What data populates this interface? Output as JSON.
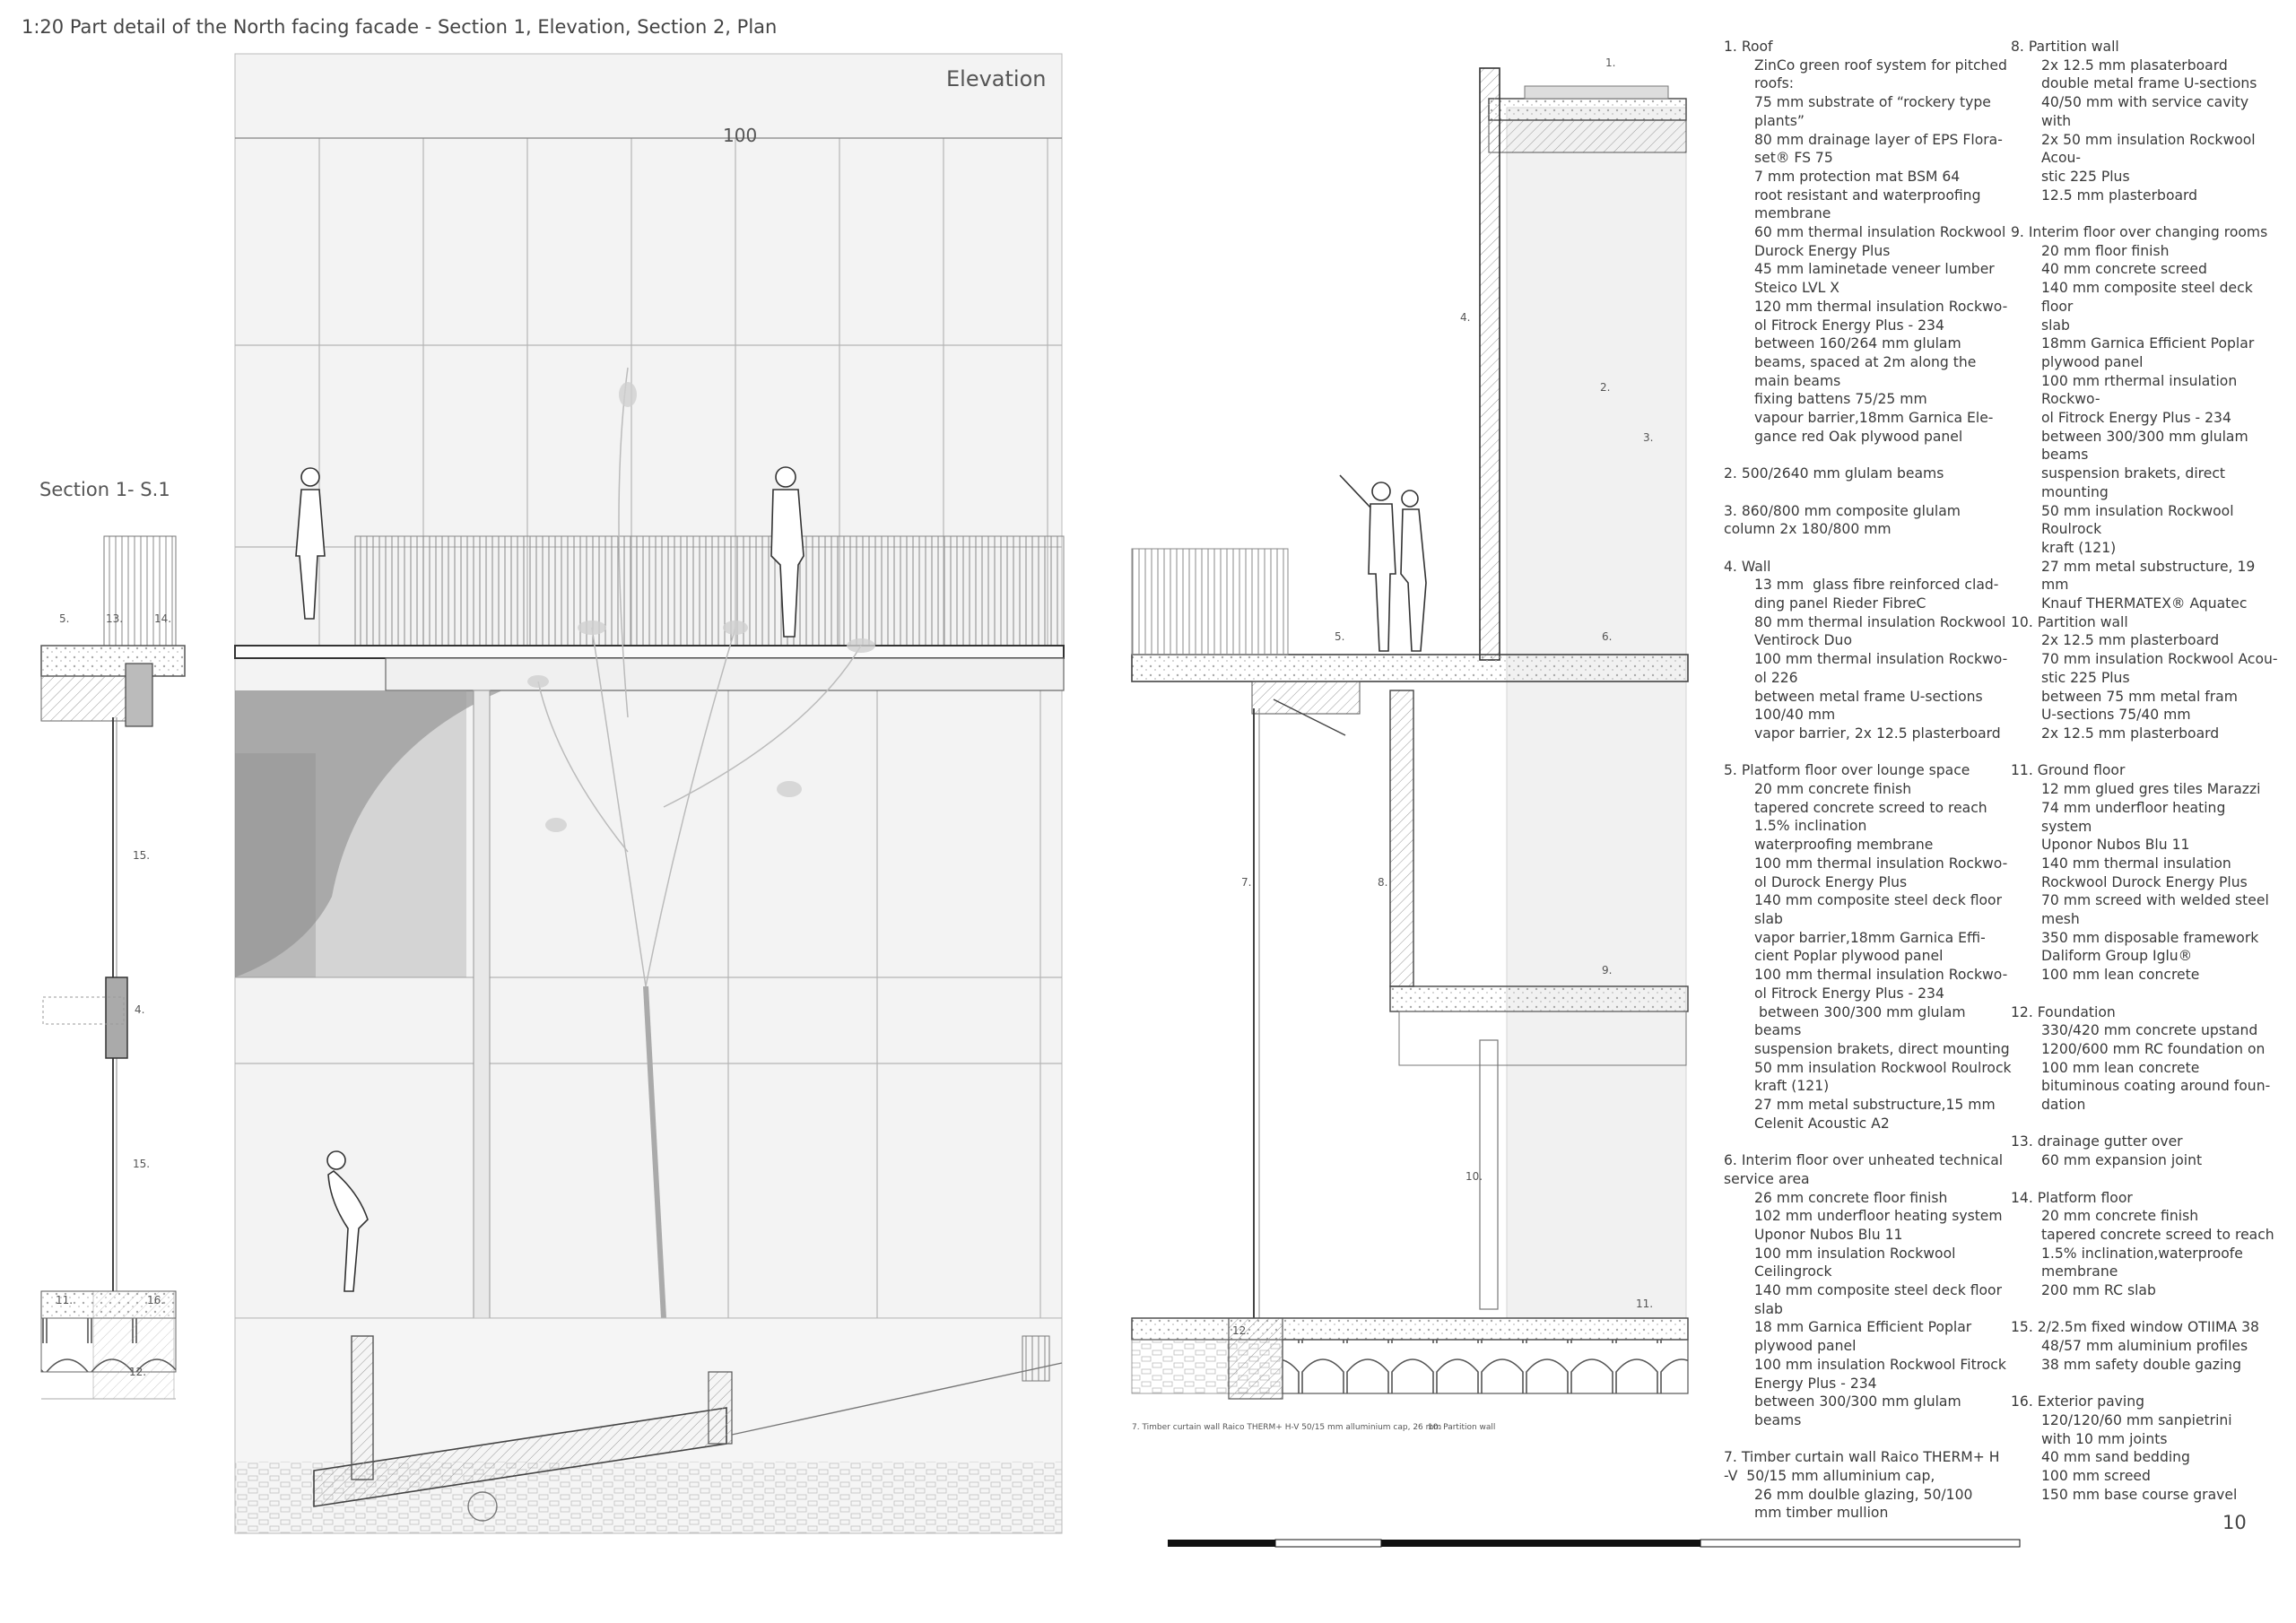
{
  "page": {
    "title": "1:20 Part detail of the North facing facade - Section 1, Elevation, Section 2, Plan",
    "page_number": "10"
  },
  "labels": {
    "elevation": "Elevation",
    "section1": "Section 1- S.1",
    "dim_100": "100",
    "s1_5": "5.",
    "s1_13": "13.",
    "s1_14": "14.",
    "s1_15a": "15.",
    "s1_4": "4.",
    "s1_15b": "15.",
    "s1_11": "11.",
    "s1_16": "16.",
    "s1_12": "12.",
    "s2_1": "1.",
    "s2_4": "4.",
    "s2_2": "2.",
    "s2_3": "3.",
    "s2_5": "5.",
    "s2_6": "6.",
    "s2_7": "7.",
    "s2_8": "8.",
    "s2_9": "9.",
    "s2_10": "10.",
    "s2_11": "11.",
    "s2_12": "12.",
    "footnote": "7. Timber curtain wall Raico THERM+ H-V 50/15 mm alluminium cap, 26 mm",
    "footnote2": "10. Partition wall"
  },
  "spec_col1": [
    {
      "head": "1. Roof",
      "lines": [
        "ZinCo green roof system for pitched",
        "roofs:",
        "75 mm substrate of “rockery type",
        "plants”",
        "80 mm drainage layer of EPS Flora-",
        "set® FS 75",
        "7 mm protection mat BSM 64",
        "root resistant and waterproofing",
        "membrane",
        "60 mm thermal insulation Rockwool",
        "Durock Energy Plus",
        "45 mm laminetade veneer lumber",
        "Steico LVL X",
        "120 mm thermal insulation Rockwo-",
        "ol Fitrock Energy Plus - 234",
        "between 160/264 mm glulam",
        "beams, spaced at 2m along the",
        "main beams",
        "fixing battens 75/25 mm",
        "vapour barrier,18mm Garnica Ele-",
        "gance red Oak plywood panel"
      ]
    },
    {
      "head": "2. 500/2640 mm glulam beams",
      "lines": []
    },
    {
      "head": "3. 860/800 mm composite glulam\ncolumn 2x 180/800 mm",
      "lines": []
    },
    {
      "head": "4. Wall",
      "lines": [
        "13 mm  glass fibre reinforced clad-",
        "ding panel Rieder FibreC",
        "80 mm thermal insulation Rockwool",
        "Ventirock Duo",
        "100 mm thermal insulation Rockwo-",
        "ol 226",
        "between metal frame U-sections",
        "100/40 mm",
        "vapor barrier, 2x 12.5 plasterboard"
      ]
    },
    {
      "head": "5. Platform floor over lounge space",
      "lines": [
        "20 mm concrete finish",
        "tapered concrete screed to reach",
        "1.5% inclination",
        "waterproofing membrane",
        "100 mm thermal insulation Rockwo-",
        "ol Durock Energy Plus",
        "140 mm composite steel deck floor",
        "slab",
        "vapor barrier,18mm Garnica Effi-",
        "cient Poplar plywood panel",
        "100 mm thermal insulation Rockwo-",
        "ol Fitrock Energy Plus - 234",
        " between 300/300 mm glulam",
        "beams",
        "suspension brakets, direct mounting",
        "50 mm insulation Rockwool Roulrock",
        "kraft (121)",
        "27 mm metal substructure,15 mm",
        "Celenit Acoustic A2"
      ]
    },
    {
      "head": "6. Interim floor over unheated technical\nservice area",
      "lines": [
        "26 mm concrete floor finish",
        "102 mm underfloor heating system",
        "Uponor Nubos Blu 11",
        "100 mm insulation Rockwool",
        "Ceilingrock",
        "140 mm composite steel deck floor",
        "slab",
        "18 mm Garnica Efficient Poplar",
        "plywood panel",
        "100 mm insulation Rockwool Fitrock",
        "Energy Plus - 234",
        "between 300/300 mm glulam",
        "beams"
      ]
    },
    {
      "head": "7. Timber curtain wall Raico THERM+ H\n-V  50/15 mm alluminium cap,",
      "lines": [
        "26 mm doulble glazing, 50/100",
        "mm timber mullion"
      ]
    }
  ],
  "spec_col2": [
    {
      "head": "8. Partition wall",
      "lines": [
        "2x 12.5 mm plasaterboard",
        "double metal frame U-sections",
        "40/50 mm with service cavity with",
        "2x 50 mm insulation Rockwool Acou-",
        "stic 225 Plus",
        "12.5 mm plasterboard"
      ]
    },
    {
      "head": "9. Interim floor over changing rooms",
      "lines": [
        "20 mm floor finish",
        "40 mm concrete screed",
        "140 mm composite steel deck floor",
        "slab",
        "18mm Garnica Efficient Poplar",
        "plywood panel",
        "100 mm rthermal insulation Rockwo-",
        "ol Fitrock Energy Plus - 234",
        "between 300/300 mm glulam",
        "beams",
        "suspension brakets, direct mounting",
        "50 mm insulation Rockwool Roulrock",
        "kraft (121)",
        "27 mm metal substructure, 19 mm",
        "Knauf THERMATEX® Aquatec"
      ],
      "nogap": true
    },
    {
      "head": "10. Partition wall",
      "lines": [
        "2x 12.5 mm plasterboard",
        "70 mm insulation Rockwool Acou-",
        "stic 225 Plus",
        "between 75 mm metal fram",
        "U-sections 75/40 mm",
        "2x 12.5 mm plasterboard"
      ]
    },
    {
      "head": "11. Ground floor",
      "lines": [
        "12 mm glued gres tiles Marazzi",
        "74 mm underfloor heating system",
        "Uponor Nubos Blu 11",
        "140 mm thermal insulation",
        "Rockwool Durock Energy Plus",
        "70 mm screed with welded steel",
        "mesh",
        "350 mm disposable framework",
        "Daliform Group Iglu®",
        "100 mm lean concrete"
      ]
    },
    {
      "head": "12. Foundation",
      "lines": [
        "330/420 mm concrete upstand",
        "1200/600 mm RC foundation on",
        "100 mm lean concrete",
        "bituminous coating around foun-",
        "dation"
      ]
    },
    {
      "head": "13. drainage gutter over",
      "lines": [
        "60 mm expansion joint"
      ]
    },
    {
      "head": "14. Platform floor",
      "lines": [
        "20 mm concrete finish",
        "tapered concrete screed to reach",
        "1.5% inclination,waterproofe",
        "membrane",
        "200 mm RC slab"
      ]
    },
    {
      "head": "15. 2/2.5m fixed window OTIIMA 38",
      "lines": [
        "48/57 mm aluminium profiles",
        "38 mm safety double gazing"
      ]
    },
    {
      "head": "16. Exterior paving",
      "lines": [
        "120/120/60 mm sanpietrini",
        "with 10 mm joints",
        "40 mm sand bedding",
        "100 mm screed",
        "150 mm base course gravel"
      ]
    }
  ]
}
